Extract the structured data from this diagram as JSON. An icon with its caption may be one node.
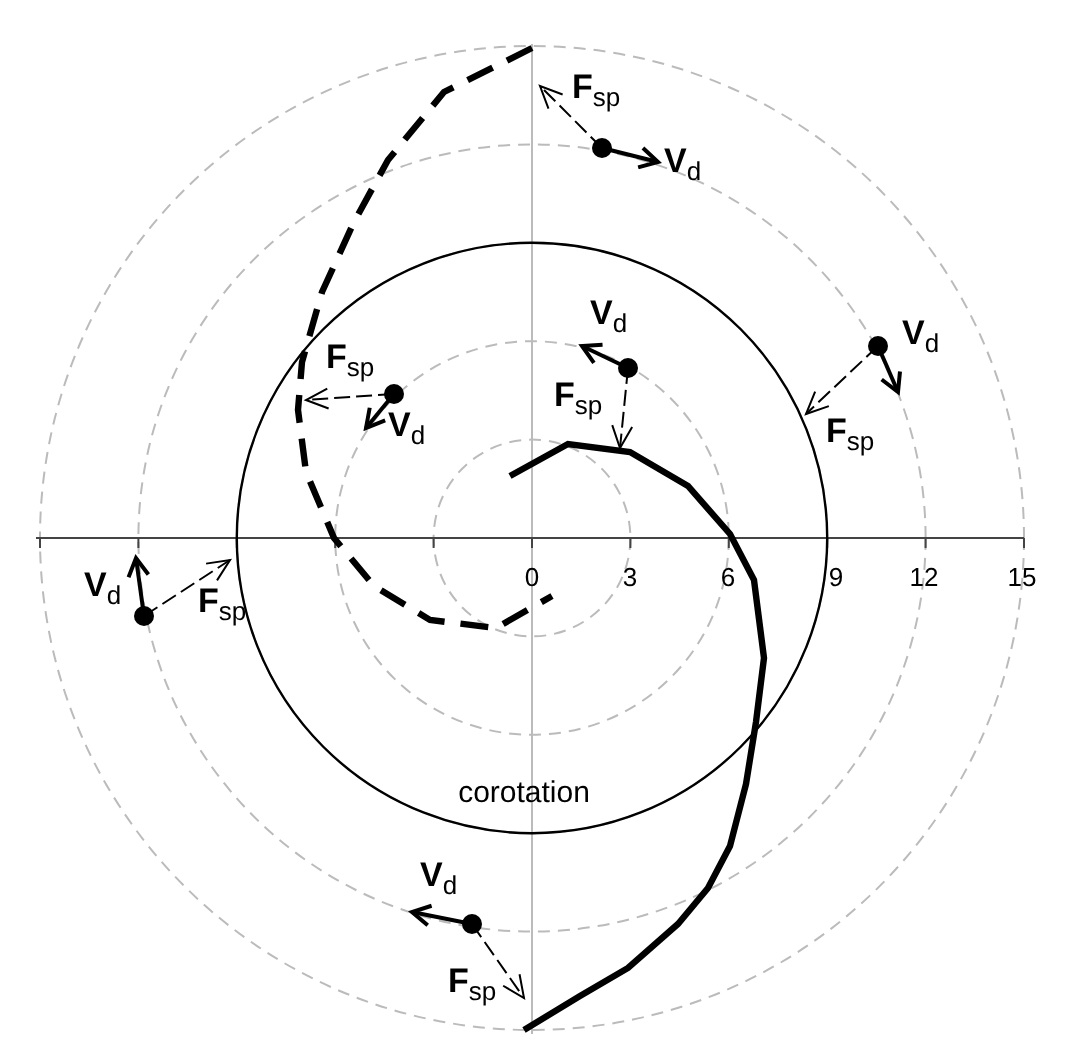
{
  "diagram": {
    "labels": [
      "**F**$_{sp}$",
      "**V**$_{d}$",
      "**V**$_{d}$",
      "**V**$_{d}$",
      "**F**$_{sp}$",
      "**F**$_{sp}$",
      "**V**$_{d}$",
      "**F**$_{sp}$",
      "**V**$_{d}$",
      "**F**$_{sp}$",
      "0",
      "3",
      "6",
      "9",
      "12",
      "15",
      "corotation",
      "**V**$_{d}$",
      "**F**$_{sp}$"
    ]
  }
}
